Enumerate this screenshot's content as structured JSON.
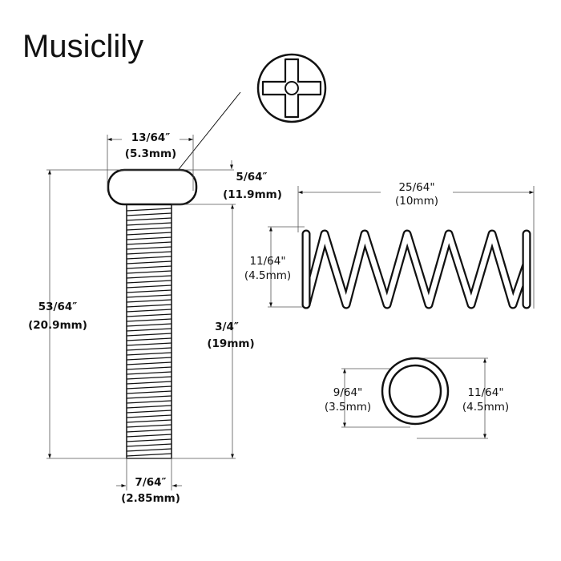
{
  "brand": "Musiclily",
  "screw": {
    "head_width": {
      "inch": "13/64″",
      "mm": "(5.3mm)"
    },
    "head_height": {
      "inch": "5/64″",
      "mm": "(11.9mm)"
    },
    "total_length": {
      "inch": "53/64″",
      "mm": "(20.9mm)"
    },
    "shaft_length": {
      "inch": "3/4″",
      "mm": "(19mm)"
    },
    "shaft_diameter": {
      "inch": "7/64″",
      "mm": "(2.85mm)"
    }
  },
  "spring": {
    "length": {
      "inch": "25/64\"",
      "mm": "(10mm)"
    },
    "diameter": {
      "inch": "11/64\"",
      "mm": "(4.5mm)"
    }
  },
  "washer": {
    "inner": {
      "inch": "9/64\"",
      "mm": "(3.5mm)"
    },
    "outer": {
      "inch": "11/64\"",
      "mm": "(4.5mm)"
    }
  }
}
